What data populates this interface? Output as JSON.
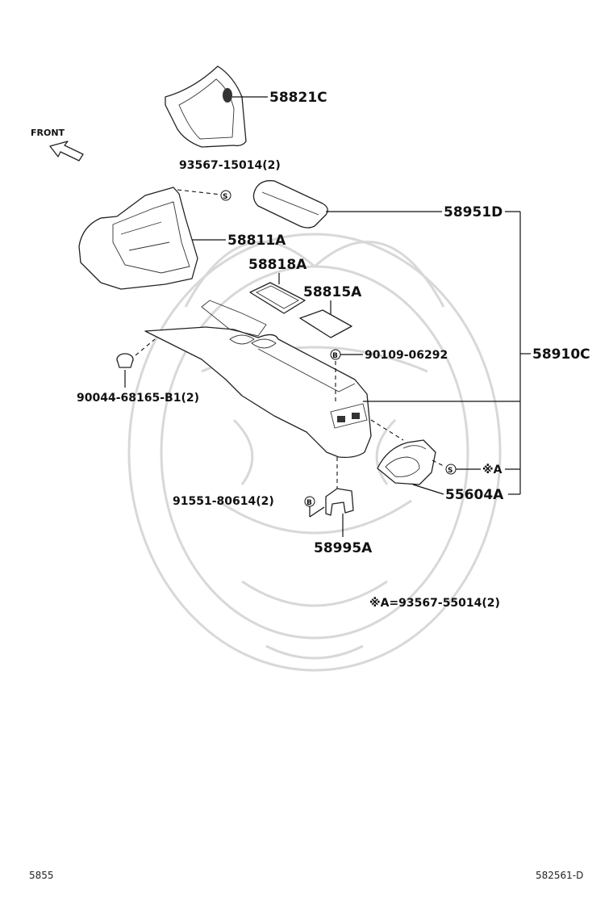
{
  "front_label": "FRONT",
  "labels": {
    "p58821C": "58821C",
    "p93567_15014": "93567-15014(2)",
    "p58951D": "58951D",
    "p58811A": "58811A",
    "p58818A": "58818A",
    "p58815A": "58815A",
    "p90109": "90109-06292",
    "p58910C": "58910C",
    "p90044": "90044-68165-B1(2)",
    "p55604A": "55604A",
    "p91551": "91551-80614(2)",
    "p58995A": "58995A",
    "xa": "※A",
    "note": "※A=93567-55014(2)"
  },
  "marks": {
    "s": "S",
    "b": "B"
  },
  "footer": {
    "left": "5855",
    "right": "582561-D"
  }
}
